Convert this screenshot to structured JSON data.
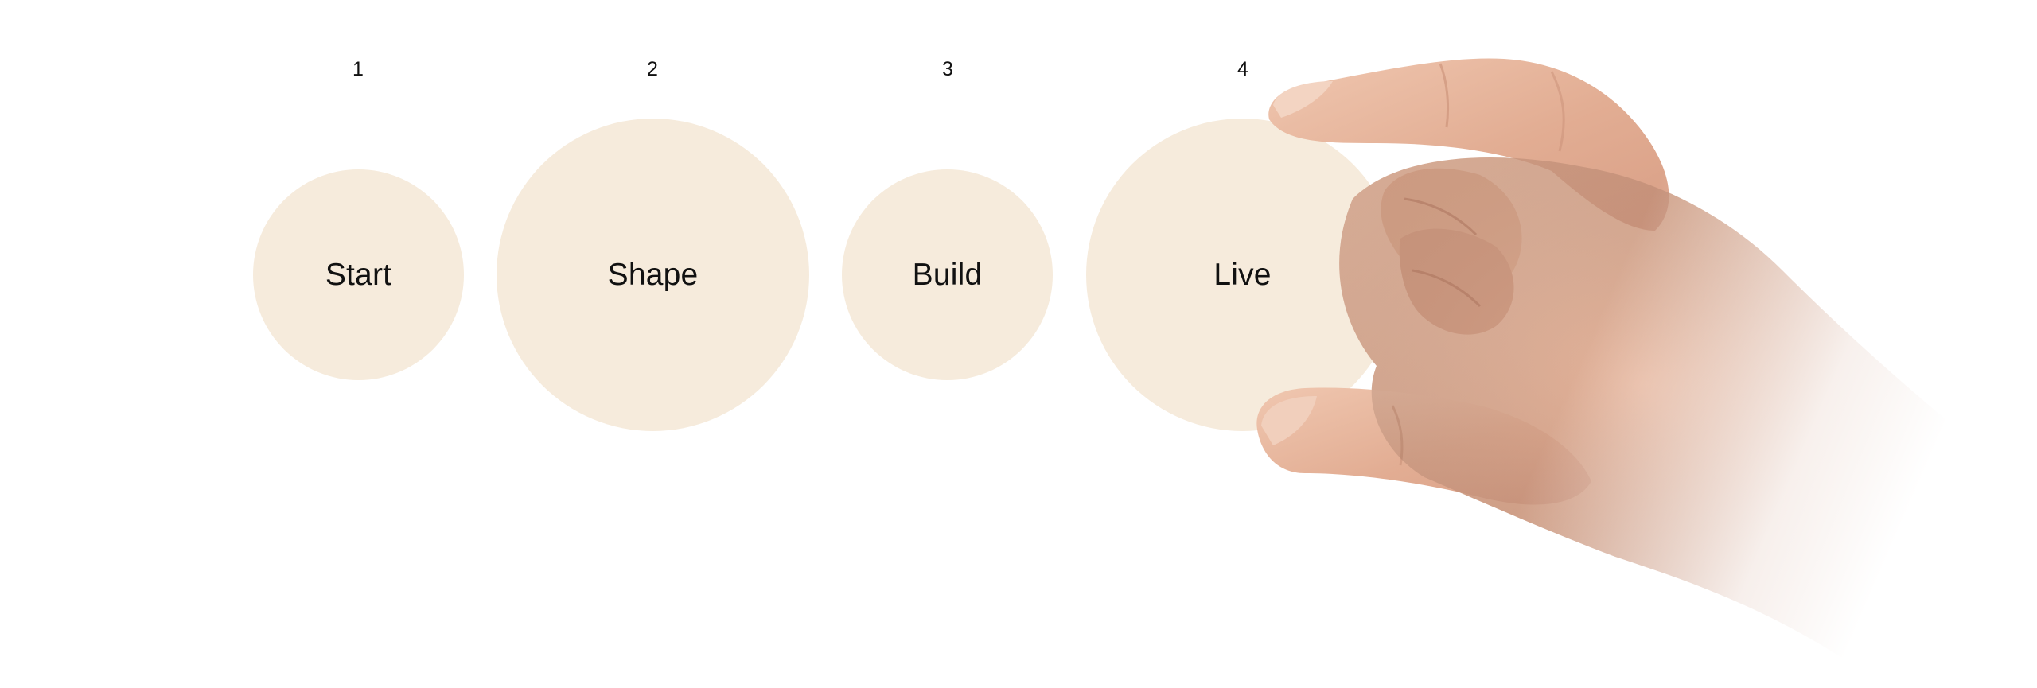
{
  "steps": [
    {
      "number": "1",
      "label": "Start"
    },
    {
      "number": "2",
      "label": "Shape"
    },
    {
      "number": "3",
      "label": "Build"
    },
    {
      "number": "4",
      "label": "Live"
    }
  ],
  "colors": {
    "circle_fill": "#f6ebdc",
    "text": "#111111",
    "background": "#ffffff",
    "skin": "#e9b9a0"
  },
  "icons": {
    "hand": "pinching-hand-icon"
  }
}
